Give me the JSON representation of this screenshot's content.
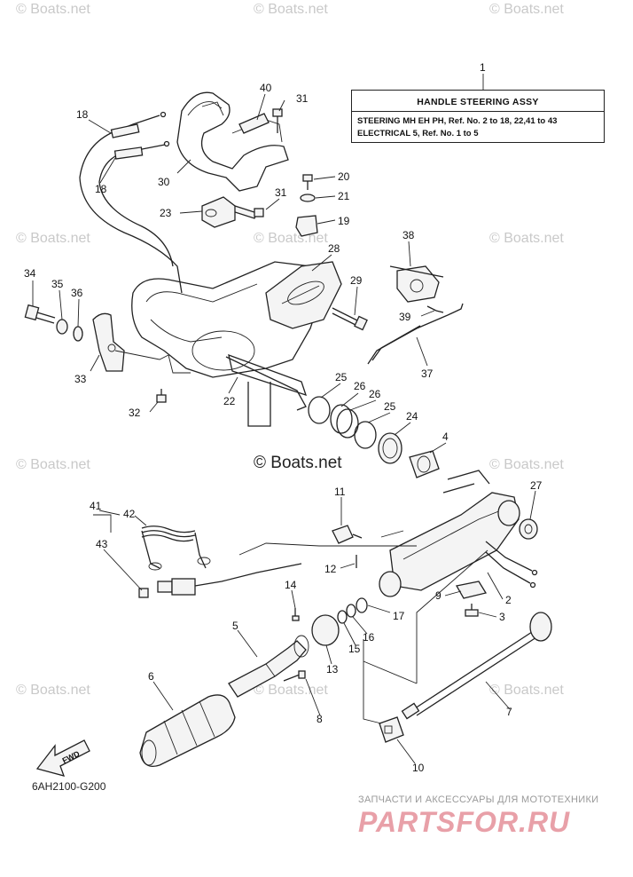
{
  "title_box": {
    "title": "HANDLE STEERING ASSY",
    "line1": "STEERING MH EH PH, Ref. No. 2 to 18, 22,41 to 43",
    "line2": "ELECTRICAL 5, Ref. No. 1 to 5"
  },
  "watermark": "© Boats.net",
  "center_watermark": "© Boats.net",
  "diagram_code": "6AH2100-G200",
  "fwd_label": "FWD",
  "footer": {
    "tagline": "ЗАПЧАСТИ И АКСЕССУАРЫ ДЛЯ МОТОТЕХНИКИ",
    "logo": "PARTSFOR.RU"
  },
  "callouts": [
    "1",
    "40",
    "31",
    "18",
    "18",
    "30",
    "20",
    "21",
    "31",
    "23",
    "19",
    "28",
    "38",
    "34",
    "35",
    "36",
    "29",
    "39",
    "33",
    "37",
    "22",
    "25",
    "26",
    "26",
    "25",
    "24",
    "32",
    "4",
    "11",
    "27",
    "41",
    "42",
    "43",
    "12",
    "9",
    "2",
    "3",
    "14",
    "17",
    "16",
    "15",
    "5",
    "13",
    "6",
    "8",
    "7",
    "10"
  ],
  "colors": {
    "line": "#222222",
    "watermark": "#c9c9c9",
    "logo": "#e8a0a8"
  }
}
